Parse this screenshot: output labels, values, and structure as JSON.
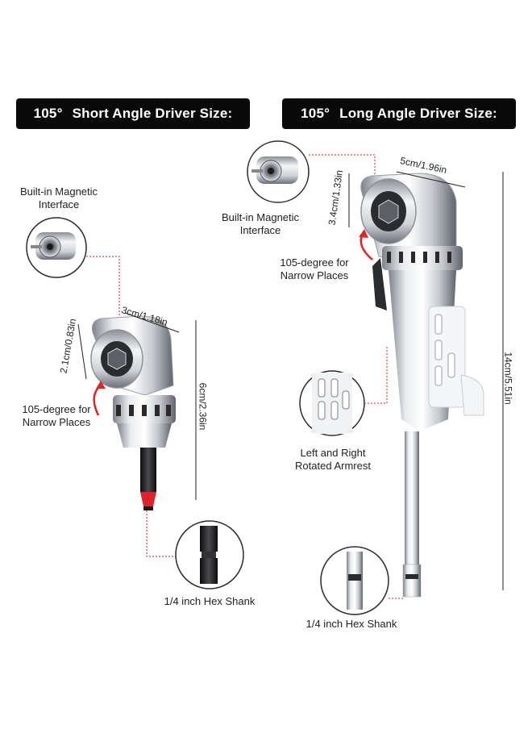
{
  "short_driver": {
    "angle": "105°",
    "title": "Short Angle Driver Size:",
    "magnetic_label_line1": "Built-in Magnetic",
    "magnetic_label_line2": "Interface",
    "width_dim": "3cm/1.18in",
    "head_dim": "2.1cm/0.83in",
    "length_dim": "6cm/2.36in",
    "narrow_line1": "105-degree for",
    "narrow_line2": "Narrow Places",
    "shank_label": "1/4 inch Hex Shank"
  },
  "long_driver": {
    "angle": "105°",
    "title": "Long Angle Driver Size:",
    "magnetic_label_line1": "Built-in Magnetic",
    "magnetic_label_line2": "Interface",
    "width_dim": "5cm/1.96in",
    "head_dim": "3.4cm/1.33in",
    "length_dim": "14cm/5.51in",
    "narrow_line1": "105-degree for",
    "narrow_line2": "Narrow Places",
    "armrest_line1": "Left and Right",
    "armrest_line2": "Rotated Armrest",
    "shank_label": "1/4 inch Hex Shank"
  },
  "colors": {
    "banner_bg": "#0a0a0a",
    "accent_red": "#d8262b",
    "metal_light": "#f1f2f4",
    "metal_dark": "#6b7078",
    "shank_black": "#1c1c1e"
  }
}
